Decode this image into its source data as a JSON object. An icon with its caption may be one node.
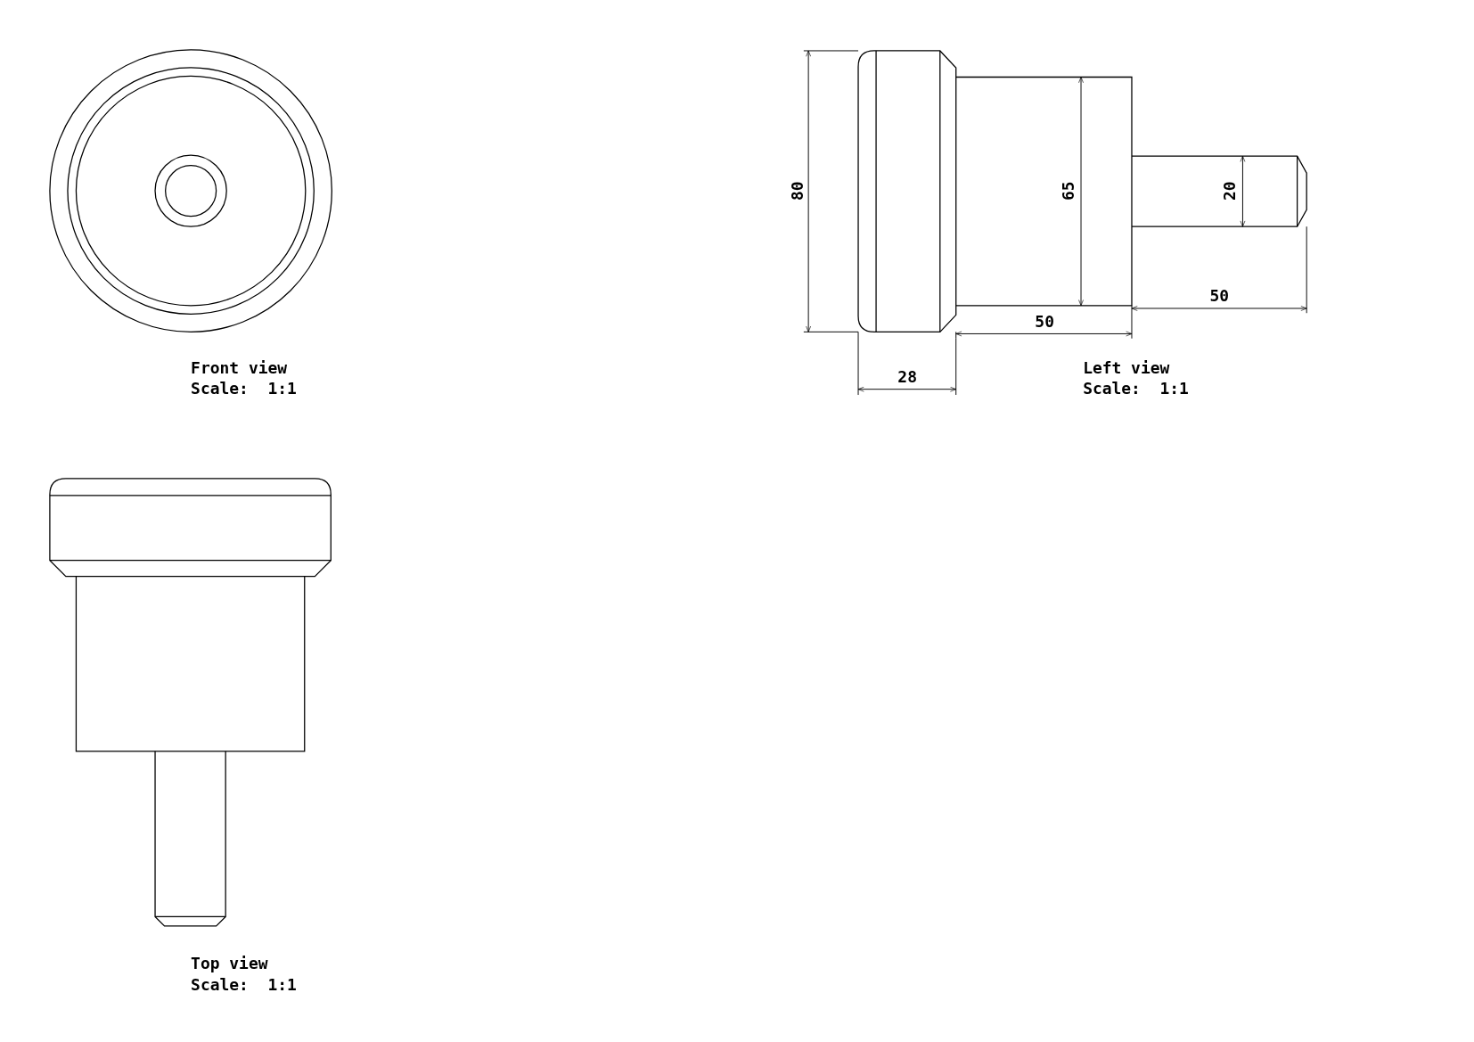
{
  "diagram": {
    "labels": [
      "80",
      "65",
      "20",
      "50",
      "50",
      "28",
      "Front view",
      "Scale:  1:1",
      "Left view",
      "Scale:  1:1",
      "Top view",
      "Scale:  1:1"
    ]
  }
}
